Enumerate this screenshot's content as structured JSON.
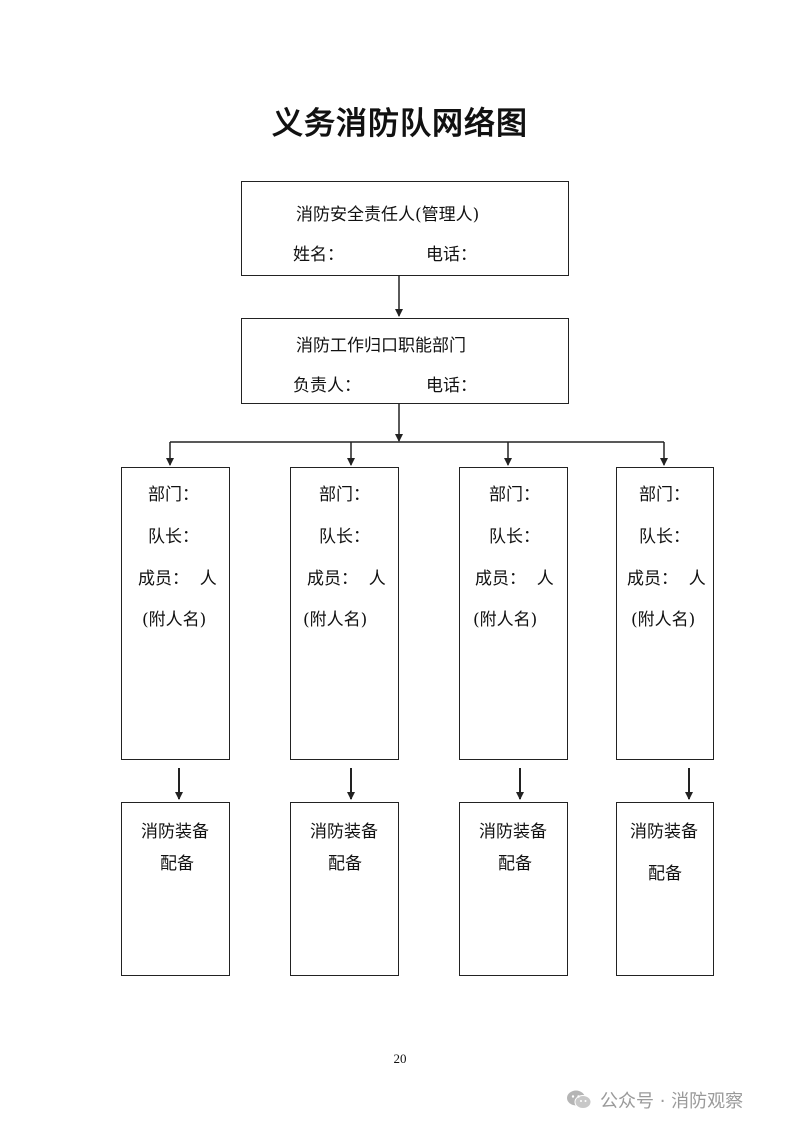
{
  "title": "义务消防队网络图",
  "manager_box": {
    "heading": "消防安全责任人(管理人)",
    "name_label": "姓名：",
    "phone_label": "电话："
  },
  "dept_box": {
    "heading": "消防工作归口职能部门",
    "leader_label": "负责人：",
    "phone_label": "电话："
  },
  "teams": [
    {
      "dept": "部门：",
      "captain": "队长：",
      "members": "成员：  人",
      "names": "(附人名)"
    },
    {
      "dept": "部门：",
      "captain": "队长：",
      "members": "成员：  人",
      "names": "(附人名)"
    },
    {
      "dept": "部门：",
      "captain": "队长：",
      "members": "成员：  人",
      "names": "(附人名)"
    },
    {
      "dept": "部门：",
      "captain": "队长：",
      "members": "成员：  人",
      "names": "(附人名)"
    }
  ],
  "equipment": [
    {
      "line1": "消防装备",
      "line2": "配备"
    },
    {
      "line1": "消防装备",
      "line2": "配备"
    },
    {
      "line1": "消防装备",
      "line2": "配备"
    },
    {
      "line1": "消防装备",
      "line2": "配备"
    }
  ],
  "page_number": "20",
  "watermark": "公众号 · 消防观察"
}
